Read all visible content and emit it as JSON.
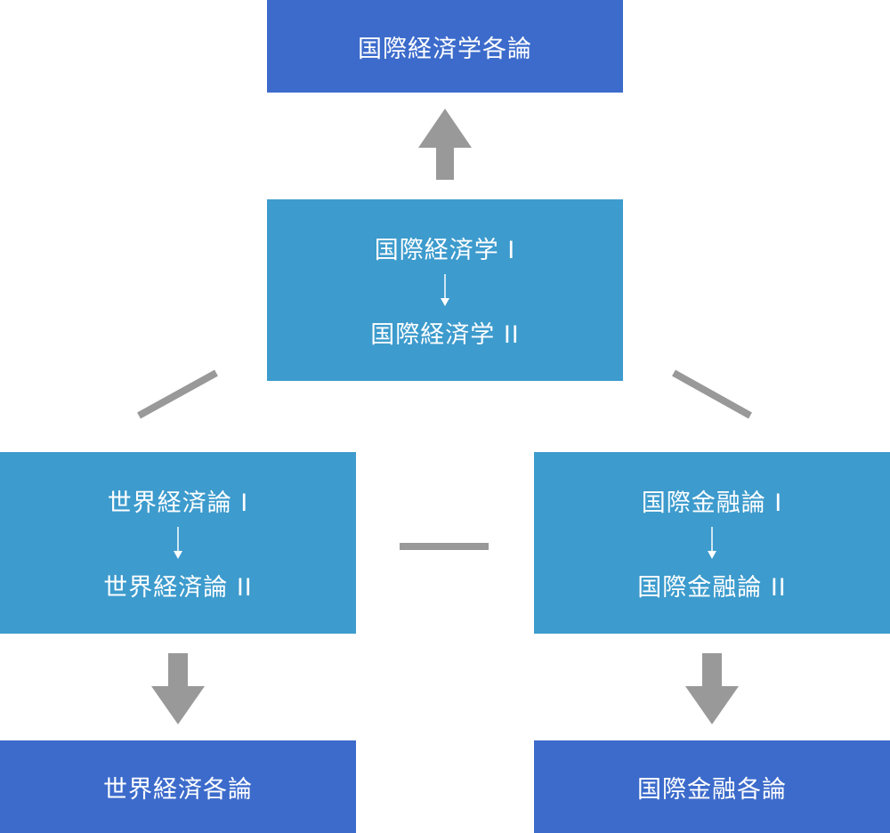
{
  "colors": {
    "advanced_box": "#3c6bcb",
    "core_box": "#3d9bcd",
    "connector": "#999999",
    "text": "#ffffff"
  },
  "top_box": {
    "label": "国際経済学各論"
  },
  "center_box": {
    "line1": "国際経済学 I",
    "line2": "国際経済学 II"
  },
  "left_box": {
    "line1": "世界経済論 I",
    "line2": "世界経済論 II"
  },
  "right_box": {
    "line1": "国際金融論 I",
    "line2": "国際金融論 II"
  },
  "bottom_left_box": {
    "label": "世界経済各論"
  },
  "bottom_right_box": {
    "label": "国際金融各論"
  },
  "icons": {
    "up": "arrow-up-icon",
    "down": "arrow-down-icon",
    "step": "small-arrow-down-icon"
  }
}
